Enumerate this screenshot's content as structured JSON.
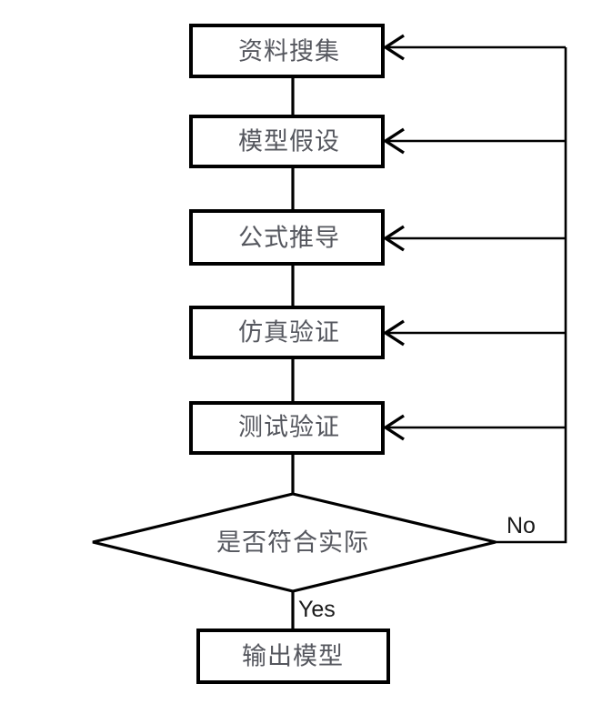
{
  "diagram": {
    "type": "flowchart",
    "title": "",
    "background_color": "#ffffff",
    "line_color": "#000000",
    "text_color": "#55575e",
    "label_color": "#1a1a1a",
    "nodes": [
      {
        "id": "n1",
        "shape": "rect",
        "label": "资料搜集"
      },
      {
        "id": "n2",
        "shape": "rect",
        "label": "模型假设"
      },
      {
        "id": "n3",
        "shape": "rect",
        "label": "公式推导"
      },
      {
        "id": "n4",
        "shape": "rect",
        "label": "仿真验证"
      },
      {
        "id": "n5",
        "shape": "rect",
        "label": "测试验证"
      },
      {
        "id": "d1",
        "shape": "diamond",
        "label": "是否符合实际"
      },
      {
        "id": "n6",
        "shape": "rect",
        "label": "输出模型"
      }
    ],
    "edge_labels": {
      "yes": "Yes",
      "no": "No"
    }
  }
}
